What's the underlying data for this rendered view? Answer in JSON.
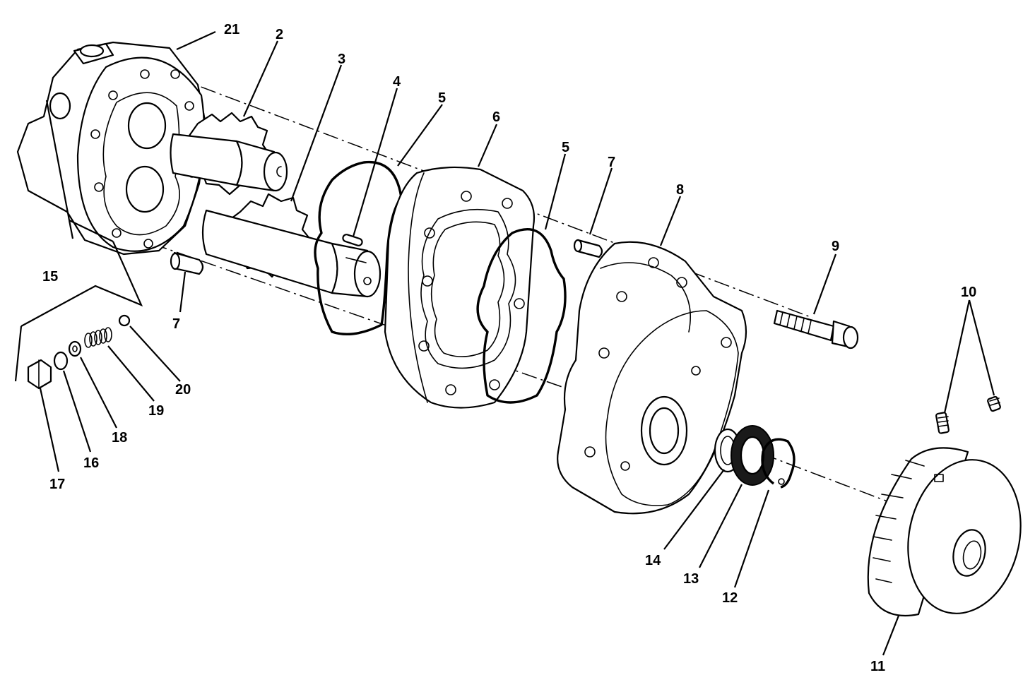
{
  "callouts": [
    {
      "id": "c21",
      "text": "21"
    },
    {
      "id": "c2",
      "text": "2"
    },
    {
      "id": "c3",
      "text": "3"
    },
    {
      "id": "c4",
      "text": "4"
    },
    {
      "id": "c5a",
      "text": "5"
    },
    {
      "id": "c6",
      "text": "6"
    },
    {
      "id": "c5b",
      "text": "5"
    },
    {
      "id": "c7b",
      "text": "7"
    },
    {
      "id": "c8",
      "text": "8"
    },
    {
      "id": "c9",
      "text": "9"
    },
    {
      "id": "c10",
      "text": "10"
    },
    {
      "id": "c15",
      "text": "15"
    },
    {
      "id": "c7a",
      "text": "7"
    },
    {
      "id": "c20",
      "text": "20"
    },
    {
      "id": "c19",
      "text": "19"
    },
    {
      "id": "c18",
      "text": "18"
    },
    {
      "id": "c16",
      "text": "16"
    },
    {
      "id": "c17",
      "text": "17"
    },
    {
      "id": "c14",
      "text": "14"
    },
    {
      "id": "c13",
      "text": "13"
    },
    {
      "id": "c12",
      "text": "12"
    },
    {
      "id": "c11",
      "text": "11"
    }
  ]
}
